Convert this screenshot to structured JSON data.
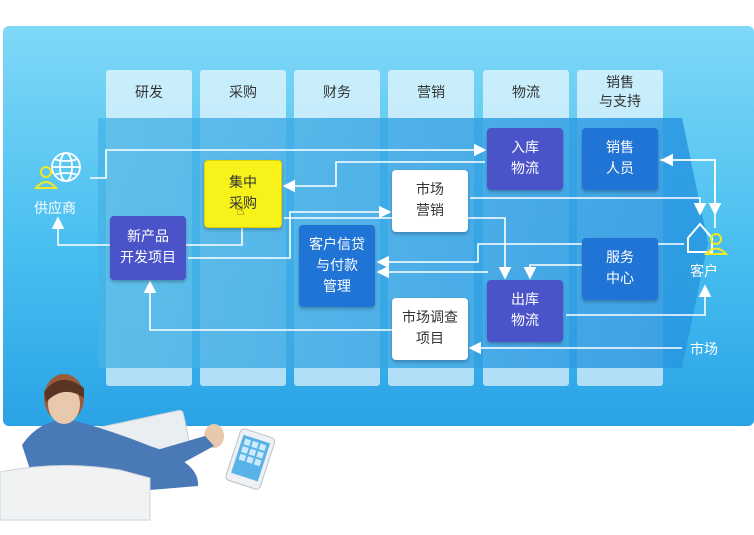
{
  "columns": [
    "研发",
    "采购",
    "财务",
    "营销",
    "物流",
    "销售\n与支持"
  ],
  "nodes": {
    "central_purchase": "集中\n采购",
    "new_product": "新产品\n开发项目",
    "credit": "客户信贷\n与付款\n管理",
    "marketing": "市场\n营销",
    "research": "市场调查\n项目",
    "inbound": "入库\n物流",
    "outbound": "出库\n物流",
    "sales": "销售\n人员",
    "service": "服务\n中心"
  },
  "labels": {
    "supplier": "供应商",
    "customer": "客户",
    "market": "市场"
  },
  "colors": {
    "dark_box": "#4a54c8",
    "blue_box": "#1f74d6",
    "highlight": "#f6f21a",
    "accent_icon": "#f5e81f"
  },
  "icons": [
    "globe-icon",
    "person-icon",
    "house-icon",
    "cursor-hand-icon"
  ]
}
